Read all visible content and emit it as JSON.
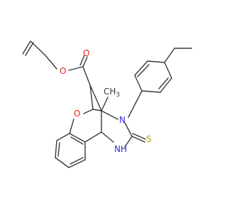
{
  "molecule": {
    "atom_labels": {
      "ester_o_alkyl": "O",
      "ester_o_carbonyl": "O",
      "ring_o": "O",
      "methyl": "CH",
      "methyl_sub": "3",
      "n3": "N",
      "nh": "NH",
      "s": "S"
    }
  },
  "colors": {
    "bond": "#3a3a3a",
    "oxygen": "#e8231b",
    "nitrogen": "#2b2bd8",
    "sulfur": "#b8a000",
    "background": "#ffffff"
  }
}
